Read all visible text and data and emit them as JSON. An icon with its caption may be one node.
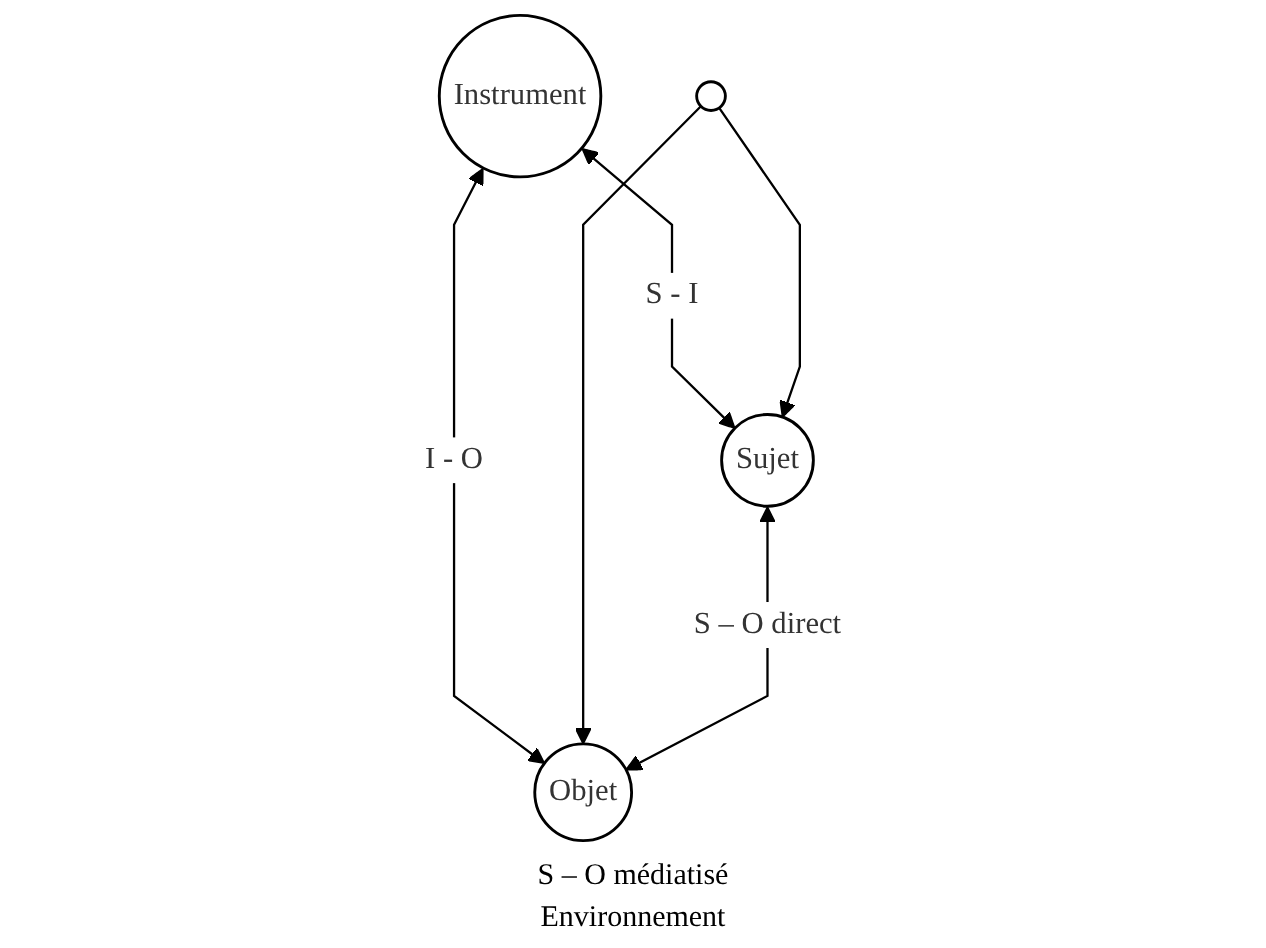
{
  "diagram": {
    "nodes": [
      {
        "text": [
          "Instrument"
        ]
      },
      {
        "text": [],
        "shape": "ellipse"
      },
      {
        "text": [
          "Sujet"
        ]
      },
      {
        "text": [
          "Objet"
        ]
      }
    ],
    "edges": [
      {
        "from": 0,
        "to": 2,
        "arrow": "both",
        "label": "S - I"
      },
      {
        "from": 0,
        "to": 3,
        "arrow": "both",
        "label": "I - O"
      },
      {
        "from": 1,
        "to": 2,
        "arrow": "to"
      },
      {
        "from": 1,
        "to": 3,
        "arrow": "to"
      },
      {
        "from": 2,
        "to": 3,
        "arrow": "both",
        "label": "S – O direct"
      }
    ],
    "labels": [
      "S – O médiatisé",
      "Environnement"
    ]
  }
}
